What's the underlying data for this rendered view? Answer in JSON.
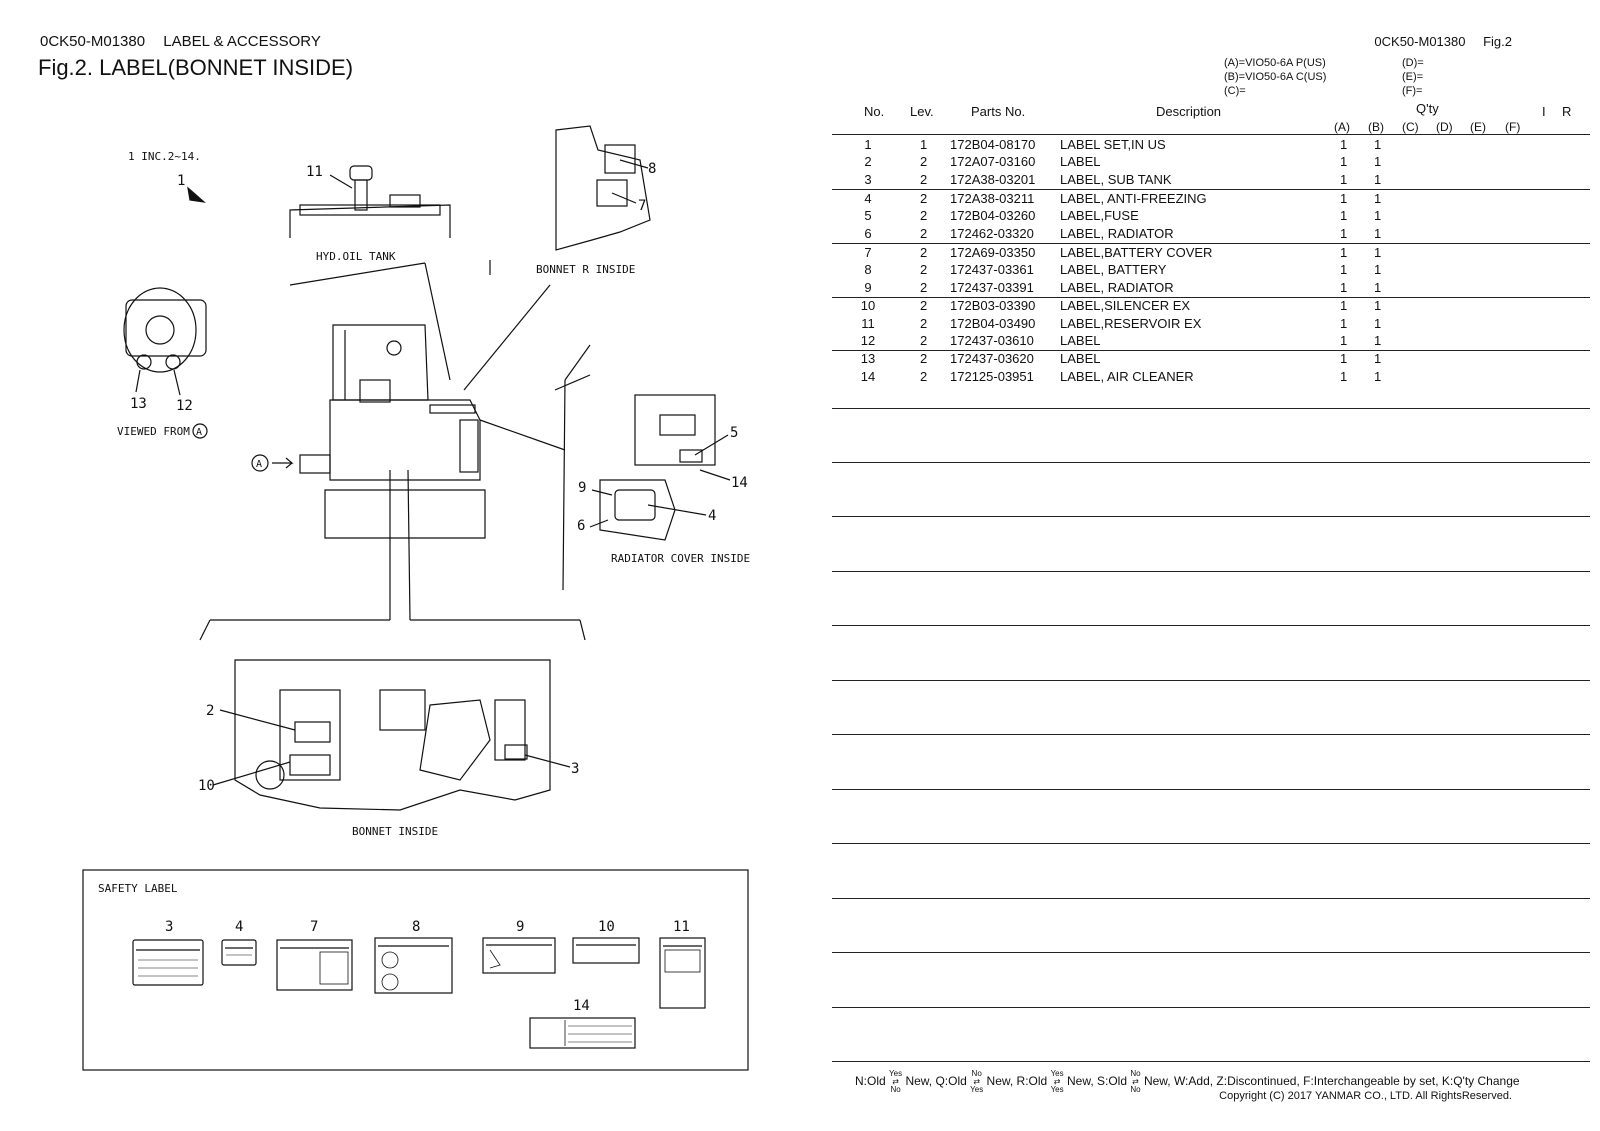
{
  "header": {
    "doc_code": "0CK50-M01380",
    "section": "LABEL & ACCESSORY",
    "figure_title": "Fig.2.  LABEL(BONNET INSIDE)",
    "right_code": "0CK50-M01380",
    "right_fig": "Fig.2"
  },
  "models": {
    "a": "(A)=VIO50-6A P(US)",
    "b": "(B)=VIO50-6A C(US)",
    "c": "(C)=",
    "d": "(D)=",
    "e": "(E)=",
    "f": "(F)="
  },
  "table": {
    "headers": {
      "no": "No.",
      "lev": "Lev.",
      "parts": "Parts No.",
      "desc": "Description",
      "qty": "Q'ty",
      "i": "I",
      "r": "R",
      "qa": "(A)",
      "qb": "(B)",
      "qc": "(C)",
      "qd": "(D)",
      "qe": "(E)",
      "qf": "(F)"
    },
    "rows": [
      {
        "no": "1",
        "lev": "1",
        "part": "172B04-08170",
        "desc": "LABEL SET,IN US",
        "a": "1",
        "b": "1"
      },
      {
        "no": "2",
        "lev": "2",
        "part": "172A07-03160",
        "desc": "LABEL",
        "a": "1",
        "b": "1"
      },
      {
        "no": "3",
        "lev": "2",
        "part": "172A38-03201",
        "desc": "LABEL, SUB TANK",
        "a": "1",
        "b": "1"
      },
      {
        "no": "4",
        "lev": "2",
        "part": "172A38-03211",
        "desc": "LABEL, ANTI-FREEZING",
        "a": "1",
        "b": "1"
      },
      {
        "no": "5",
        "lev": "2",
        "part": "172B04-03260",
        "desc": "LABEL,FUSE",
        "a": "1",
        "b": "1"
      },
      {
        "no": "6",
        "lev": "2",
        "part": "172462-03320",
        "desc": "LABEL, RADIATOR",
        "a": "1",
        "b": "1"
      },
      {
        "no": "7",
        "lev": "2",
        "part": "172A69-03350",
        "desc": "LABEL,BATTERY COVER",
        "a": "1",
        "b": "1"
      },
      {
        "no": "8",
        "lev": "2",
        "part": "172437-03361",
        "desc": "LABEL, BATTERY",
        "a": "1",
        "b": "1"
      },
      {
        "no": "9",
        "lev": "2",
        "part": "172437-03391",
        "desc": "LABEL, RADIATOR",
        "a": "1",
        "b": "1"
      },
      {
        "no": "10",
        "lev": "2",
        "part": "172B03-03390",
        "desc": "LABEL,SILENCER EX",
        "a": "1",
        "b": "1"
      },
      {
        "no": "11",
        "lev": "2",
        "part": "172B04-03490",
        "desc": "LABEL,RESERVOIR EX",
        "a": "1",
        "b": "1"
      },
      {
        "no": "12",
        "lev": "2",
        "part": "172437-03610",
        "desc": "LABEL",
        "a": "1",
        "b": "1"
      },
      {
        "no": "13",
        "lev": "2",
        "part": "172437-03620",
        "desc": "LABEL",
        "a": "1",
        "b": "1"
      },
      {
        "no": "14",
        "lev": "2",
        "part": "172125-03951",
        "desc": "LABEL, AIR CLEANER",
        "a": "1",
        "b": "1"
      }
    ]
  },
  "diagram": {
    "inc_note": "1 INC.2~14.",
    "hyd_oil_tank": "HYD.OIL TANK",
    "bonnet_r_inside": "BONNET R INSIDE",
    "viewed_from": "VIEWED FROM",
    "view_a": "A",
    "radiator_cover_inside": "RADIATOR COVER INSIDE",
    "bonnet_inside": "BONNET INSIDE",
    "safety_label": "SAFETY LABEL",
    "callouts": [
      "1",
      "2",
      "3",
      "4",
      "5",
      "6",
      "7",
      "8",
      "9",
      "10",
      "11",
      "12",
      "13",
      "14"
    ]
  },
  "footer": {
    "legend_n": "N:Old",
    "legend_new1": "New, Q:Old",
    "legend_new2": "New, R:Old",
    "legend_new3": "New, S:Old",
    "legend_rest": "New, W:Add, Z:Discontinued, F:Interchangeable by set, K:Q'ty Change",
    "yes": "Yes",
    "no": "No",
    "copyright": "Copyright (C) 2017 YANMAR CO., LTD. All RightsReserved."
  }
}
